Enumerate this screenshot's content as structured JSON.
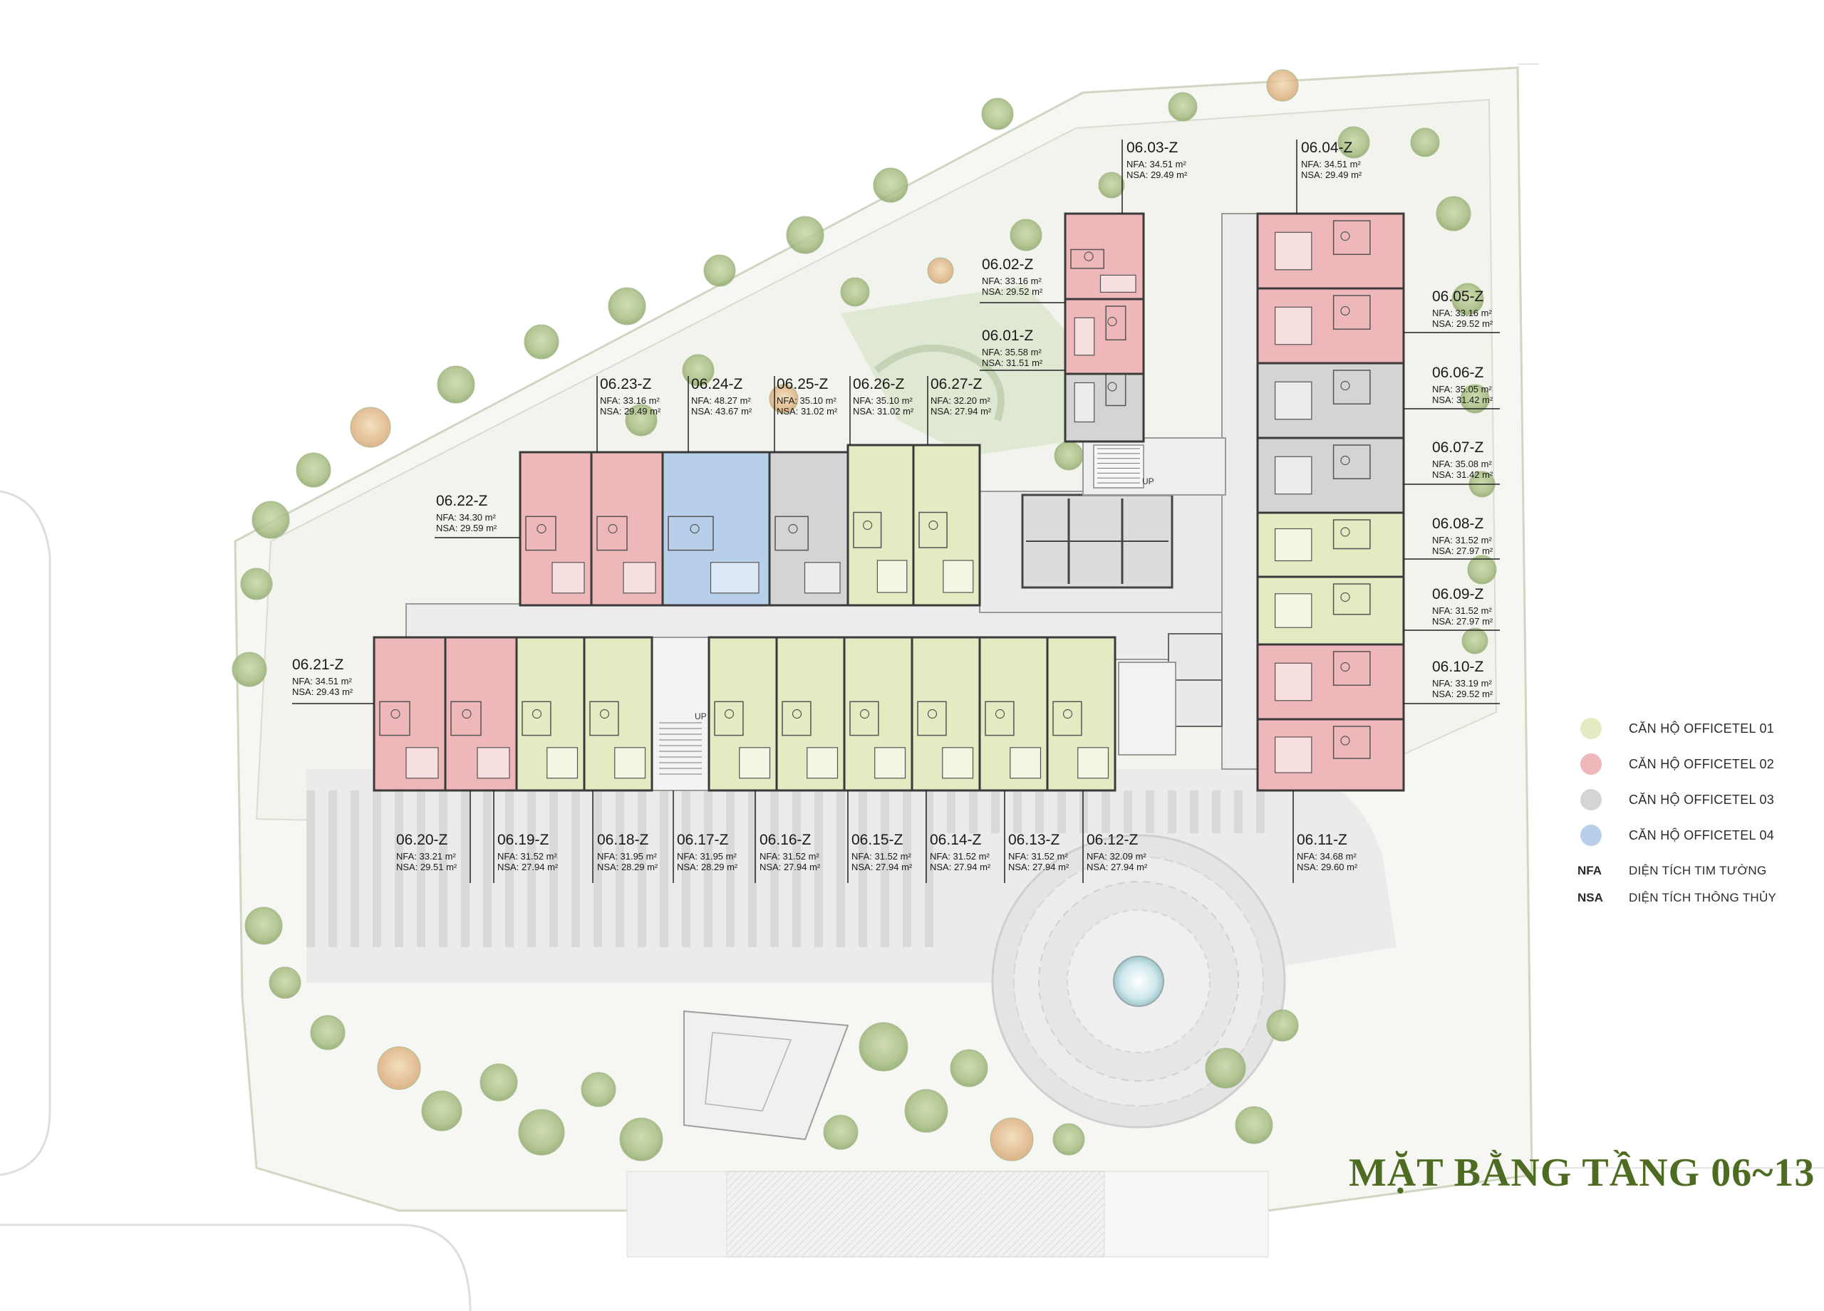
{
  "title": "MẶT BẰNG TẦNG 06~13",
  "colors": {
    "officetel_01": "#e3ebc2",
    "officetel_02": "#eeb7b9",
    "officetel_03": "#d4d4d4",
    "officetel_04": "#b8cfe9",
    "title": "#4e6b22"
  },
  "legend": {
    "items": [
      {
        "label": "CĂN HỘ OFFICETEL 01",
        "color": "#e3ebc2"
      },
      {
        "label": "CĂN HỘ OFFICETEL 02",
        "color": "#eeb7b9"
      },
      {
        "label": "CĂN HỘ OFFICETEL 03",
        "color": "#d4d4d4"
      },
      {
        "label": "CĂN HỘ OFFICETEL 04",
        "color": "#b8cfe9"
      }
    ],
    "abbreviations": [
      {
        "abbr": "NFA",
        "label": "DIỆN TÍCH TIM TƯỜNG"
      },
      {
        "abbr": "NSA",
        "label": "DIỆN TÍCH THÔNG THỦY"
      }
    ]
  },
  "stair_labels": [
    "UP",
    "UP"
  ],
  "units": [
    {
      "code": "06.01-Z",
      "nfa": "NFA: 35.58 m²",
      "nsa": "NSA: 31.51 m²",
      "type": "officetel_03"
    },
    {
      "code": "06.02-Z",
      "nfa": "NFA: 33.16 m²",
      "nsa": "NSA: 29.52 m²",
      "type": "officetel_02"
    },
    {
      "code": "06.03-Z",
      "nfa": "NFA: 34.51 m²",
      "nsa": "NSA: 29.49 m²",
      "type": "officetel_02"
    },
    {
      "code": "06.04-Z",
      "nfa": "NFA: 34.51 m²",
      "nsa": "NSA: 29.49 m²",
      "type": "officetel_02"
    },
    {
      "code": "06.05-Z",
      "nfa": "NFA: 33.16 m²",
      "nsa": "NSA: 29.52 m²",
      "type": "officetel_02"
    },
    {
      "code": "06.06-Z",
      "nfa": "NFA: 35.05 m²",
      "nsa": "NSA: 31.42 m²",
      "type": "officetel_03"
    },
    {
      "code": "06.07-Z",
      "nfa": "NFA: 35.08 m²",
      "nsa": "NSA: 31.42 m²",
      "type": "officetel_03"
    },
    {
      "code": "06.08-Z",
      "nfa": "NFA: 31.52 m²",
      "nsa": "NSA: 27.97 m²",
      "type": "officetel_01"
    },
    {
      "code": "06.09-Z",
      "nfa": "NFA: 31.52 m²",
      "nsa": "NSA: 27.97 m²",
      "type": "officetel_01"
    },
    {
      "code": "06.10-Z",
      "nfa": "NFA: 33.19 m²",
      "nsa": "NSA: 29.52 m²",
      "type": "officetel_02"
    },
    {
      "code": "06.11-Z",
      "nfa": "NFA: 34.68 m²",
      "nsa": "NSA: 29.60 m²",
      "type": "officetel_02"
    },
    {
      "code": "06.12-Z",
      "nfa": "NFA: 32.09 m²",
      "nsa": "NSA: 27.94 m²",
      "type": "officetel_01"
    },
    {
      "code": "06.13-Z",
      "nfa": "NFA: 31.52 m²",
      "nsa": "NSA: 27.94 m²",
      "type": "officetel_01"
    },
    {
      "code": "06.14-Z",
      "nfa": "NFA: 31.52 m²",
      "nsa": "NSA: 27.94 m²",
      "type": "officetel_01"
    },
    {
      "code": "06.15-Z",
      "nfa": "NFA: 31.52 m²",
      "nsa": "NSA: 27.94 m²",
      "type": "officetel_01"
    },
    {
      "code": "06.16-Z",
      "nfa": "NFA: 31.52 m²",
      "nsa": "NSA: 27.94 m²",
      "type": "officetel_01"
    },
    {
      "code": "06.17-Z",
      "nfa": "NFA: 31.95 m²",
      "nsa": "NSA: 28.29 m²",
      "type": "officetel_01"
    },
    {
      "code": "06.18-Z",
      "nfa": "NFA: 31.95 m²",
      "nsa": "NSA: 28.29 m²",
      "type": "officetel_01"
    },
    {
      "code": "06.19-Z",
      "nfa": "NFA: 31.52 m²",
      "nsa": "NSA: 27.94 m²",
      "type": "officetel_01"
    },
    {
      "code": "06.20-Z",
      "nfa": "NFA: 33.21 m²",
      "nsa": "NSA: 29.51 m²",
      "type": "officetel_02"
    },
    {
      "code": "06.21-Z",
      "nfa": "NFA: 34.51 m²",
      "nsa": "NSA: 29.43 m²",
      "type": "officetel_02"
    },
    {
      "code": "06.22-Z",
      "nfa": "NFA: 34.30 m²",
      "nsa": "NSA: 29.59 m²",
      "type": "officetel_02"
    },
    {
      "code": "06.23-Z",
      "nfa": "NFA: 33.16 m²",
      "nsa": "NSA: 29.49 m²",
      "type": "officetel_02"
    },
    {
      "code": "06.24-Z",
      "nfa": "NFA: 48.27 m²",
      "nsa": "NSA: 43.67 m²",
      "type": "officetel_04"
    },
    {
      "code": "06.25-Z",
      "nfa": "NFA: 35.10 m²",
      "nsa": "NSA: 31.02 m²",
      "type": "officetel_03"
    },
    {
      "code": "06.26-Z",
      "nfa": "NFA: 35.10 m²",
      "nsa": "NSA: 31.02 m²",
      "type": "officetel_01"
    },
    {
      "code": "06.27-Z",
      "nfa": "NFA: 32.20 m²",
      "nsa": "NSA: 27.94 m²",
      "type": "officetel_01"
    }
  ]
}
